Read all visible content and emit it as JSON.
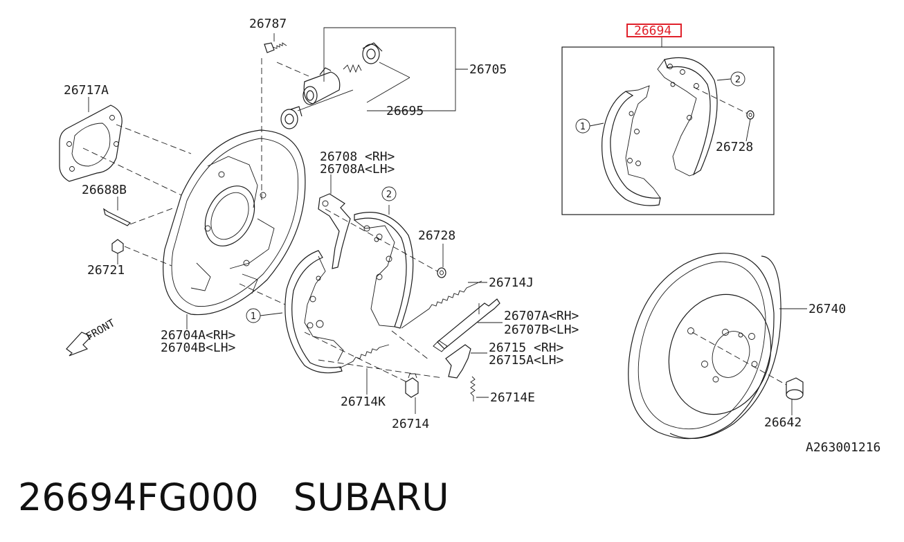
{
  "labels": {
    "p26787": "26787",
    "p26705": "26705",
    "p26695": "26695",
    "p26717A": "26717A",
    "p26688B": "26688B",
    "p26721": "26721",
    "p26704A": "26704A<RH>",
    "p26704B": "26704B<LH>",
    "p26708": "26708 <RH>",
    "p26708A": "26708A<LH>",
    "p26728_main": "26728",
    "p26714J": "26714J",
    "p26707A": "26707A<RH>",
    "p26707B": "26707B<LH>",
    "p26715": "26715 <RH>",
    "p26715A": "26715A<LH>",
    "p26714E": "26714E",
    "p26714K": "26714K",
    "p26714": "26714",
    "p26694": "26694",
    "p26728_box": "26728",
    "p26740": "26740",
    "p26642": "26642",
    "front": "FRONT",
    "drawing_number": "A263001216",
    "callout_1": "1",
    "callout_2": "2"
  },
  "caption": {
    "part_number": "26694FG000",
    "brand": "SUBARU"
  },
  "highlight_color": "#e0202a"
}
